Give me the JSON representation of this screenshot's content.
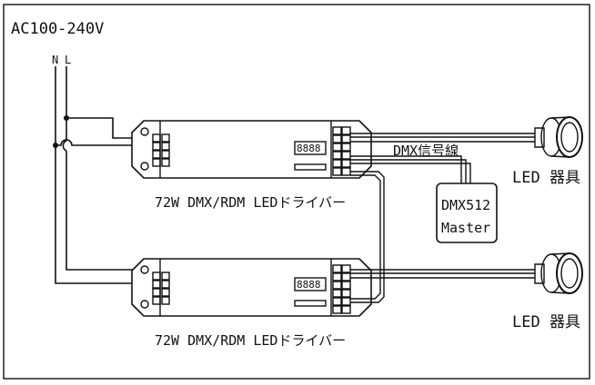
{
  "supply_label": "AC100-240V",
  "neutral_label": "N",
  "live_label": "L",
  "driver_top_label": "72W DMX/RDM LEDドライバー",
  "driver_bottom_label": "72W DMX/RDM LEDドライバー",
  "dmx_signal_label": "DMX信号線",
  "master_line1": "DMX512",
  "master_line2": "Master",
  "led_top_label": "LED 器具",
  "led_bottom_label": "LED 器具",
  "display_digits": "8888"
}
